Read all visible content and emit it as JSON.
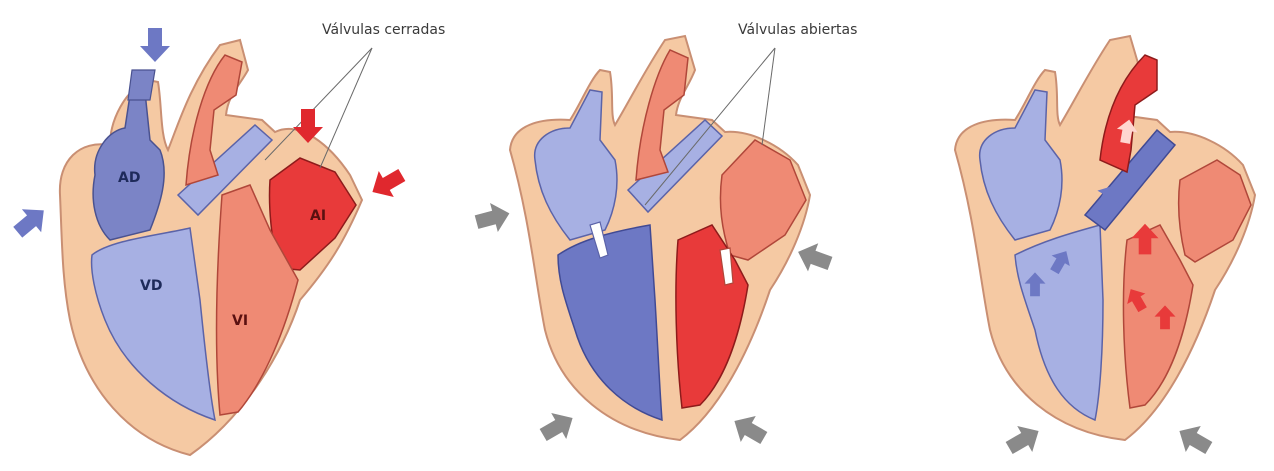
{
  "annotations": {
    "closed_valves": "Válvulas cerradas",
    "open_valves": "Válvulas abiertas"
  },
  "chambers": {
    "right_atrium": "AD",
    "right_ventricle": "VD",
    "left_atrium": "AI",
    "left_ventricle": "VI"
  },
  "colors": {
    "outer_wall": "#f5c9a3",
    "outer_wall_edge": "#c98f73",
    "deoxygenated": "#7b84c6",
    "deoxygenated_light": "#a7b0e3",
    "oxygenated": "#e83a3a",
    "oxygenated_light": "#ef8a74",
    "arrow_blue": "#6d78c4",
    "arrow_red": "#e0282e",
    "arrow_gray": "#8a8a8a"
  },
  "panels": [
    {
      "id": "panel-1",
      "right_side": "dark",
      "left_side": "light"
    },
    {
      "id": "panel-2",
      "right_side": "dark",
      "left_side": "dark"
    },
    {
      "id": "panel-3",
      "right_side": "light",
      "left_side": "light"
    }
  ]
}
